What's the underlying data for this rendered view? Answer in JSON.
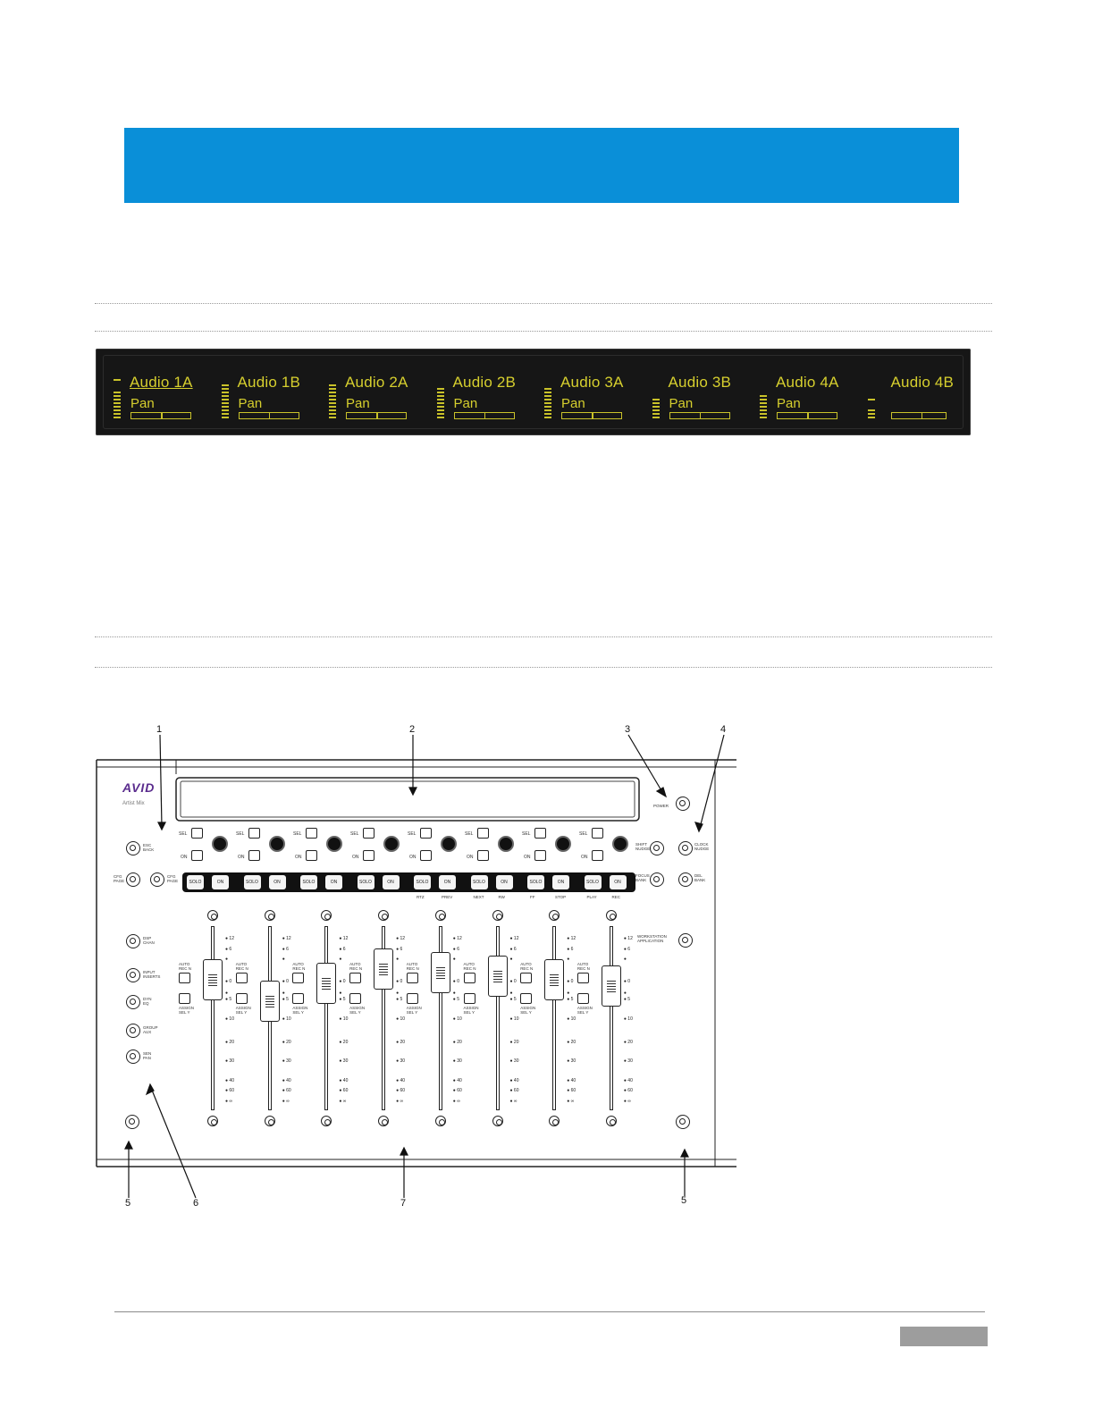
{
  "lcd_display": {
    "channels": [
      {
        "name": "Audio 1A",
        "param": "Pan",
        "underlined": true
      },
      {
        "name": "Audio 1B",
        "param": "Pan",
        "underlined": false
      },
      {
        "name": "Audio 2A",
        "param": "Pan",
        "underlined": false
      },
      {
        "name": "Audio 2B",
        "param": "Pan",
        "underlined": false
      },
      {
        "name": "Audio 3A",
        "param": "Pan",
        "underlined": false
      },
      {
        "name": "Audio 3B",
        "param": "Pan",
        "underlined": false
      },
      {
        "name": "Audio 4A",
        "param": "Pan",
        "underlined": false
      },
      {
        "name": "Audio 4B",
        "param": "",
        "underlined": false
      }
    ],
    "text_color": "#d6cf2e",
    "background_color": "#161616"
  },
  "banner_color": "#0a8fd8",
  "device": {
    "logo": "AVID",
    "model": "Artist Mix",
    "callouts": [
      "1",
      "2",
      "3",
      "4",
      "5",
      "6",
      "7",
      "5"
    ],
    "power_label": "POWER",
    "sel_label": "SEL",
    "on_label": "ON",
    "solo_label": "SOLO",
    "solo_on_label": "ON",
    "transport_labels": [
      "RTZ",
      "PREV",
      "NEXT",
      "RW",
      "FF",
      "STOP",
      "PLAY",
      "REC"
    ],
    "fader_buttons": {
      "top": "REC N",
      "top_sub": "AUTO",
      "bottom": "SEL Y",
      "bottom_sub": "ASSIGN"
    },
    "left_controls": {
      "back": [
        "ESC",
        "BACK"
      ],
      "page_left": [
        "CFG",
        "PAGE"
      ],
      "page_right": [
        "CFG",
        "PAGE"
      ],
      "chan": [
        "DSP",
        "CHAN"
      ],
      "inserts": [
        "INPUT",
        "INSERTS"
      ],
      "eq": [
        "DYN",
        "EQ"
      ],
      "aux": [
        "GROUP",
        "AUX"
      ],
      "pan": [
        "SEN",
        "PAN"
      ]
    },
    "right_controls": {
      "nudge_left": [
        "SHIFT",
        "NUDGE"
      ],
      "nudge_right": [
        "CLOCK",
        "NUDGE"
      ],
      "bank_left": [
        "FOCUS",
        "BANK"
      ],
      "bank_right": [
        "DEL",
        "BANK"
      ],
      "application": [
        "WORKSTATION",
        "APPLICATION"
      ]
    },
    "fader_scale": [
      "12",
      "6",
      "0",
      "5",
      "10",
      "20",
      "30",
      "40",
      "60",
      "∞"
    ],
    "fader_levels_db": [
      1,
      -6,
      0,
      4,
      3,
      2,
      1,
      -1
    ]
  }
}
